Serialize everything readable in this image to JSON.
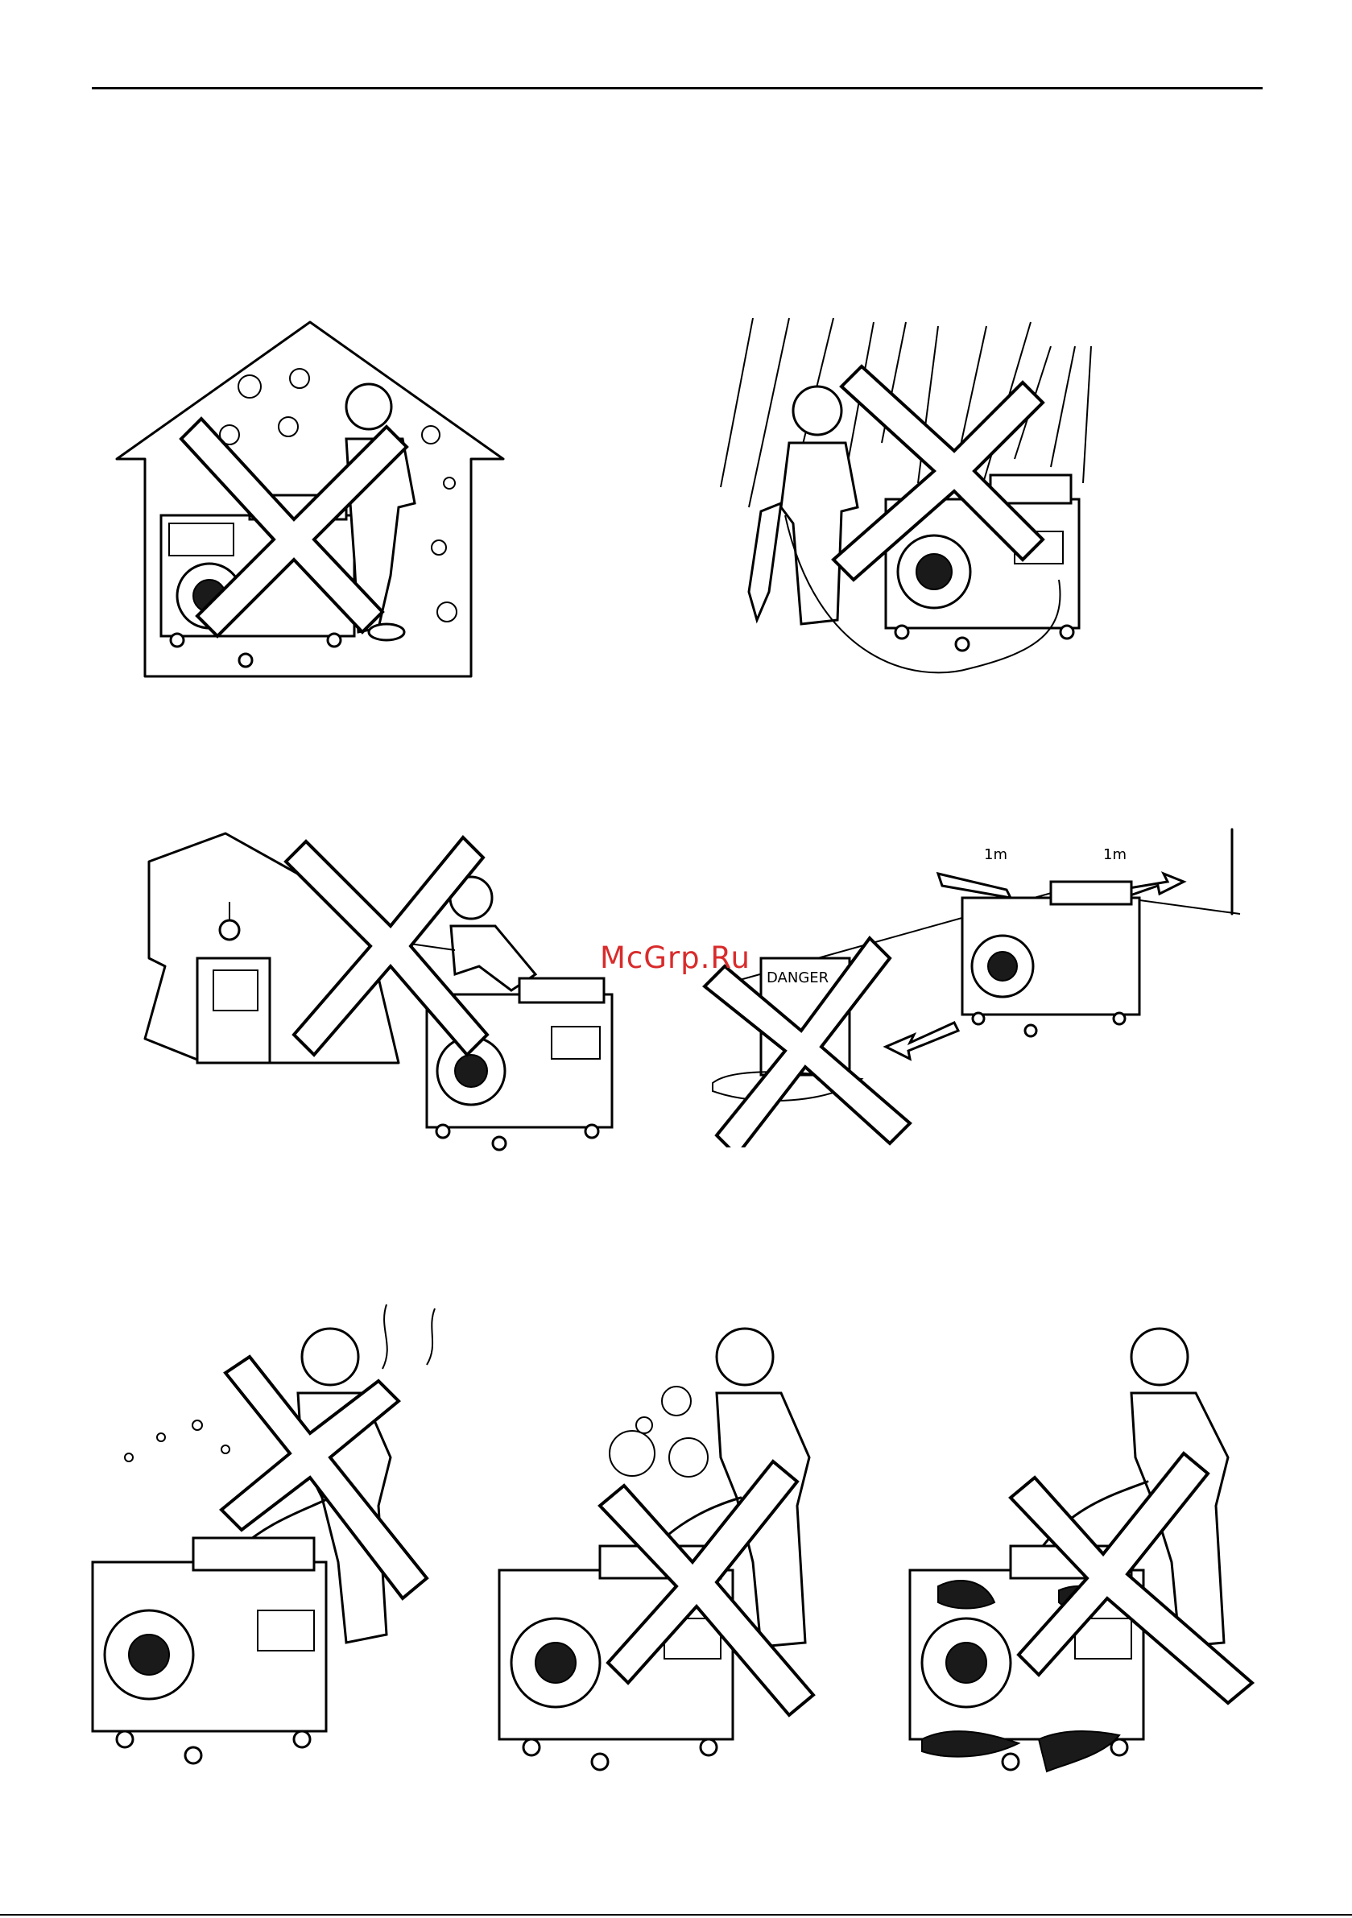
{
  "watermark": "McGrp.Ru",
  "labels": {
    "danger_sign": "DANGER",
    "distance_left": "1m",
    "distance_right": "1m"
  },
  "illustrations": [
    {
      "id": "indoor-exhaust",
      "prohibited": true
    },
    {
      "id": "rain-operation",
      "prohibited": true
    },
    {
      "id": "house-wiring-connection",
      "prohibited": true
    },
    {
      "id": "clearance-hazard",
      "prohibited": true
    },
    {
      "id": "refuel-smoking",
      "prohibited": true
    },
    {
      "id": "refuel-running-engine",
      "prohibited": true
    },
    {
      "id": "fuel-spill",
      "prohibited": true
    }
  ]
}
